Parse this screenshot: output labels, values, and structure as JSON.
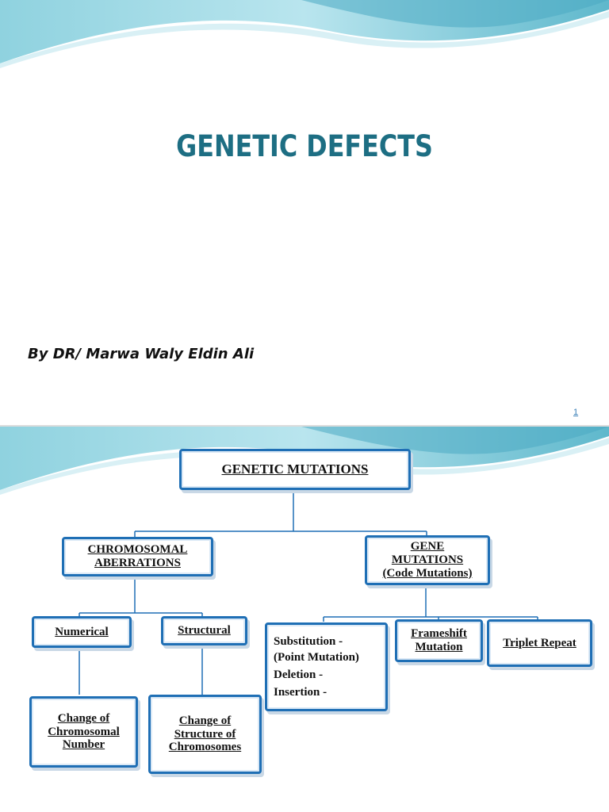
{
  "slide1": {
    "title": "GENETIC DEFECTS",
    "author": "By DR/ Marwa Waly Eldin Ali",
    "page_number": "1"
  },
  "slide2": {
    "root": "GENETIC MUTATIONS",
    "chromosomal": [
      "CHROMOSOMAL",
      "ABERRATIONS"
    ],
    "gene": [
      "GENE",
      "MUTATIONS",
      "(Code Mutations)"
    ],
    "numerical": "Numerical",
    "structural": "Structural",
    "change_number": [
      "Change of",
      "Chromosomal",
      "Number"
    ],
    "change_structure": [
      "Change  of",
      "Structure of",
      "Chromosomes"
    ],
    "gene_types": [
      "Substitution -",
      "(Point Mutation)",
      "Deletion -",
      "Insertion -"
    ],
    "frameshift": [
      "Frameshift",
      "Mutation"
    ],
    "triplet": "Triplet Repeat"
  },
  "colors": {
    "title": "#1d6e83",
    "box_border": "#1f6fb5",
    "wave": "#7cc9d9"
  }
}
